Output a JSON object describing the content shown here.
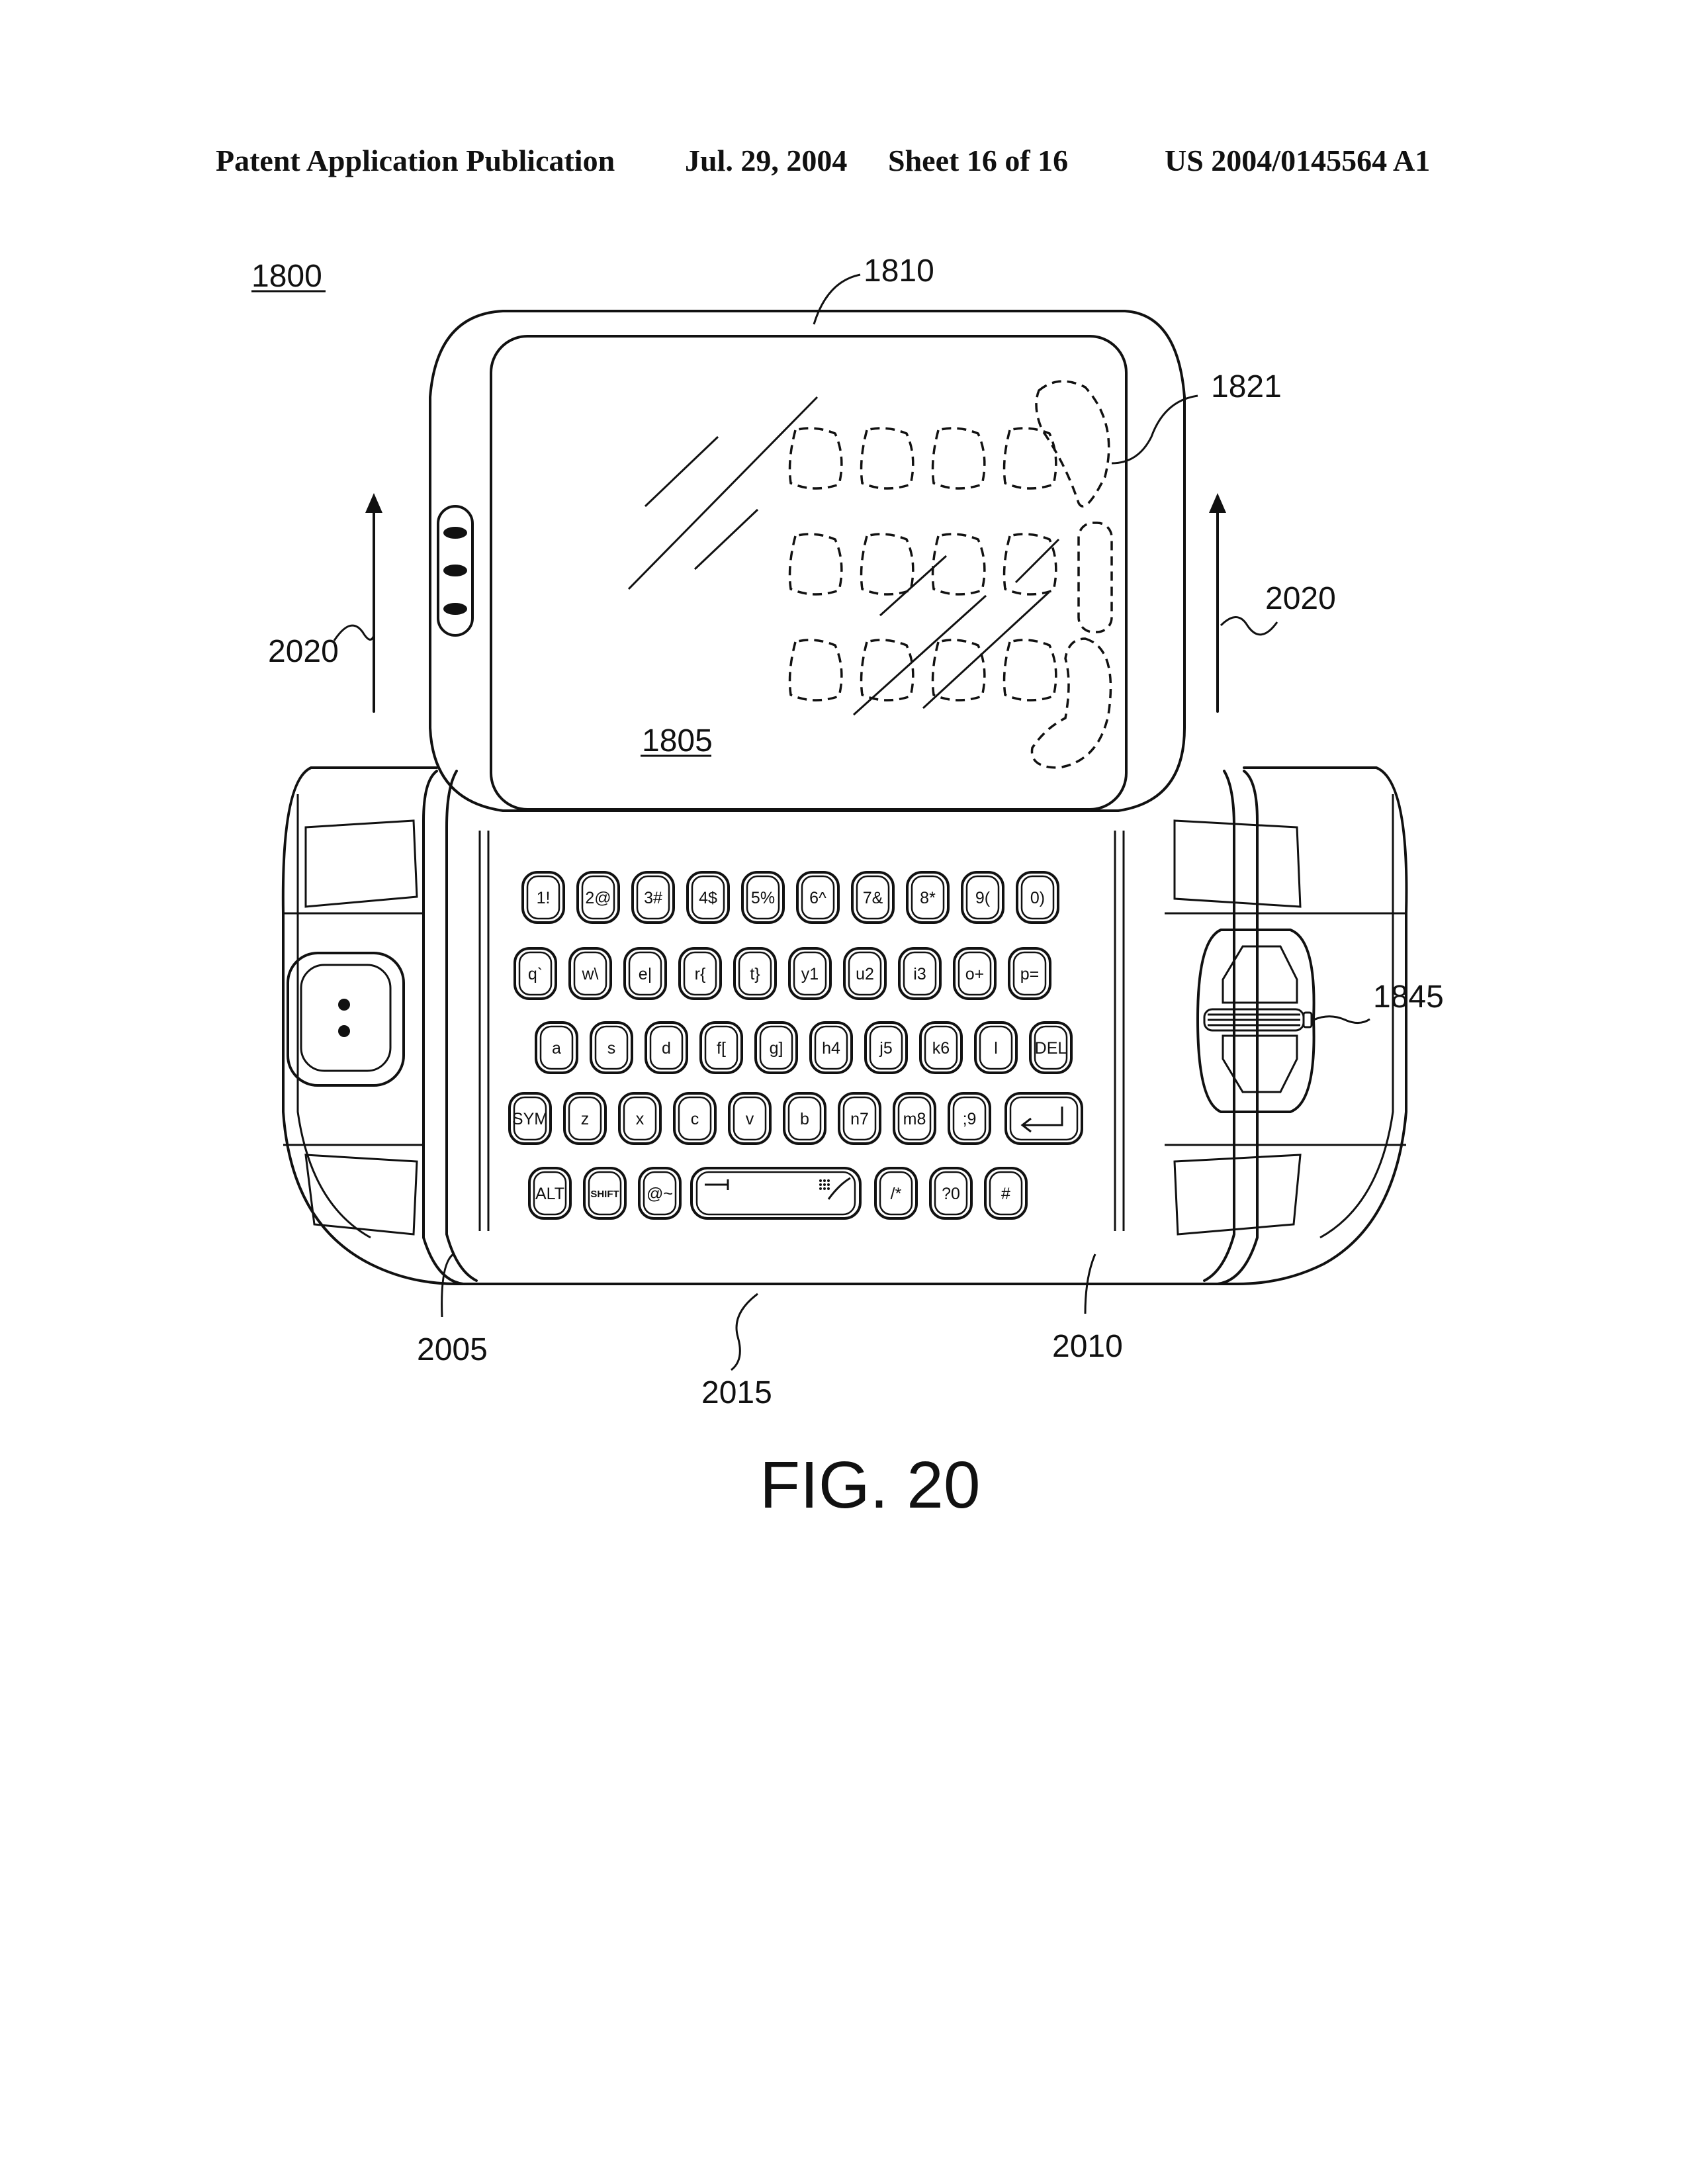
{
  "header": {
    "left": "Patent Application Publication",
    "date": "Jul. 29, 2004",
    "sheet": "Sheet 16 of 16",
    "number": "US 2004/0145564 A1"
  },
  "figure": {
    "caption": "FIG. 20",
    "refs": {
      "device": "1800",
      "housing": "1810",
      "icon_group": "1821",
      "screen": "1805",
      "arrow_left": "2020",
      "arrow_right": "2020",
      "nav": "1845",
      "hinge_left": "2005",
      "keyboard": "2015",
      "hinge_right": "2010"
    },
    "keyboard": {
      "row1": [
        "1!",
        "2@",
        "3#",
        "4$",
        "5%",
        "6^",
        "7&",
        "8*",
        "9(",
        "0)"
      ],
      "row2": [
        "q`",
        "w\\",
        "e|",
        "r{",
        "t}",
        "y1",
        "u2",
        "i3",
        "o+",
        "p="
      ],
      "row3": [
        "a",
        "s",
        "d",
        "f[",
        "g]",
        "h4",
        "j5",
        "k6",
        "l",
        "DEL"
      ],
      "row4": [
        "SYM",
        "z",
        "x",
        "c",
        "v",
        "b",
        "n7",
        "m8",
        ";9"
      ],
      "row5": [
        "ALT",
        "SHIFT",
        "@~",
        "/*",
        "?0",
        "#"
      ]
    },
    "colors": {
      "ink": "#111111",
      "paper": "#ffffff"
    }
  }
}
